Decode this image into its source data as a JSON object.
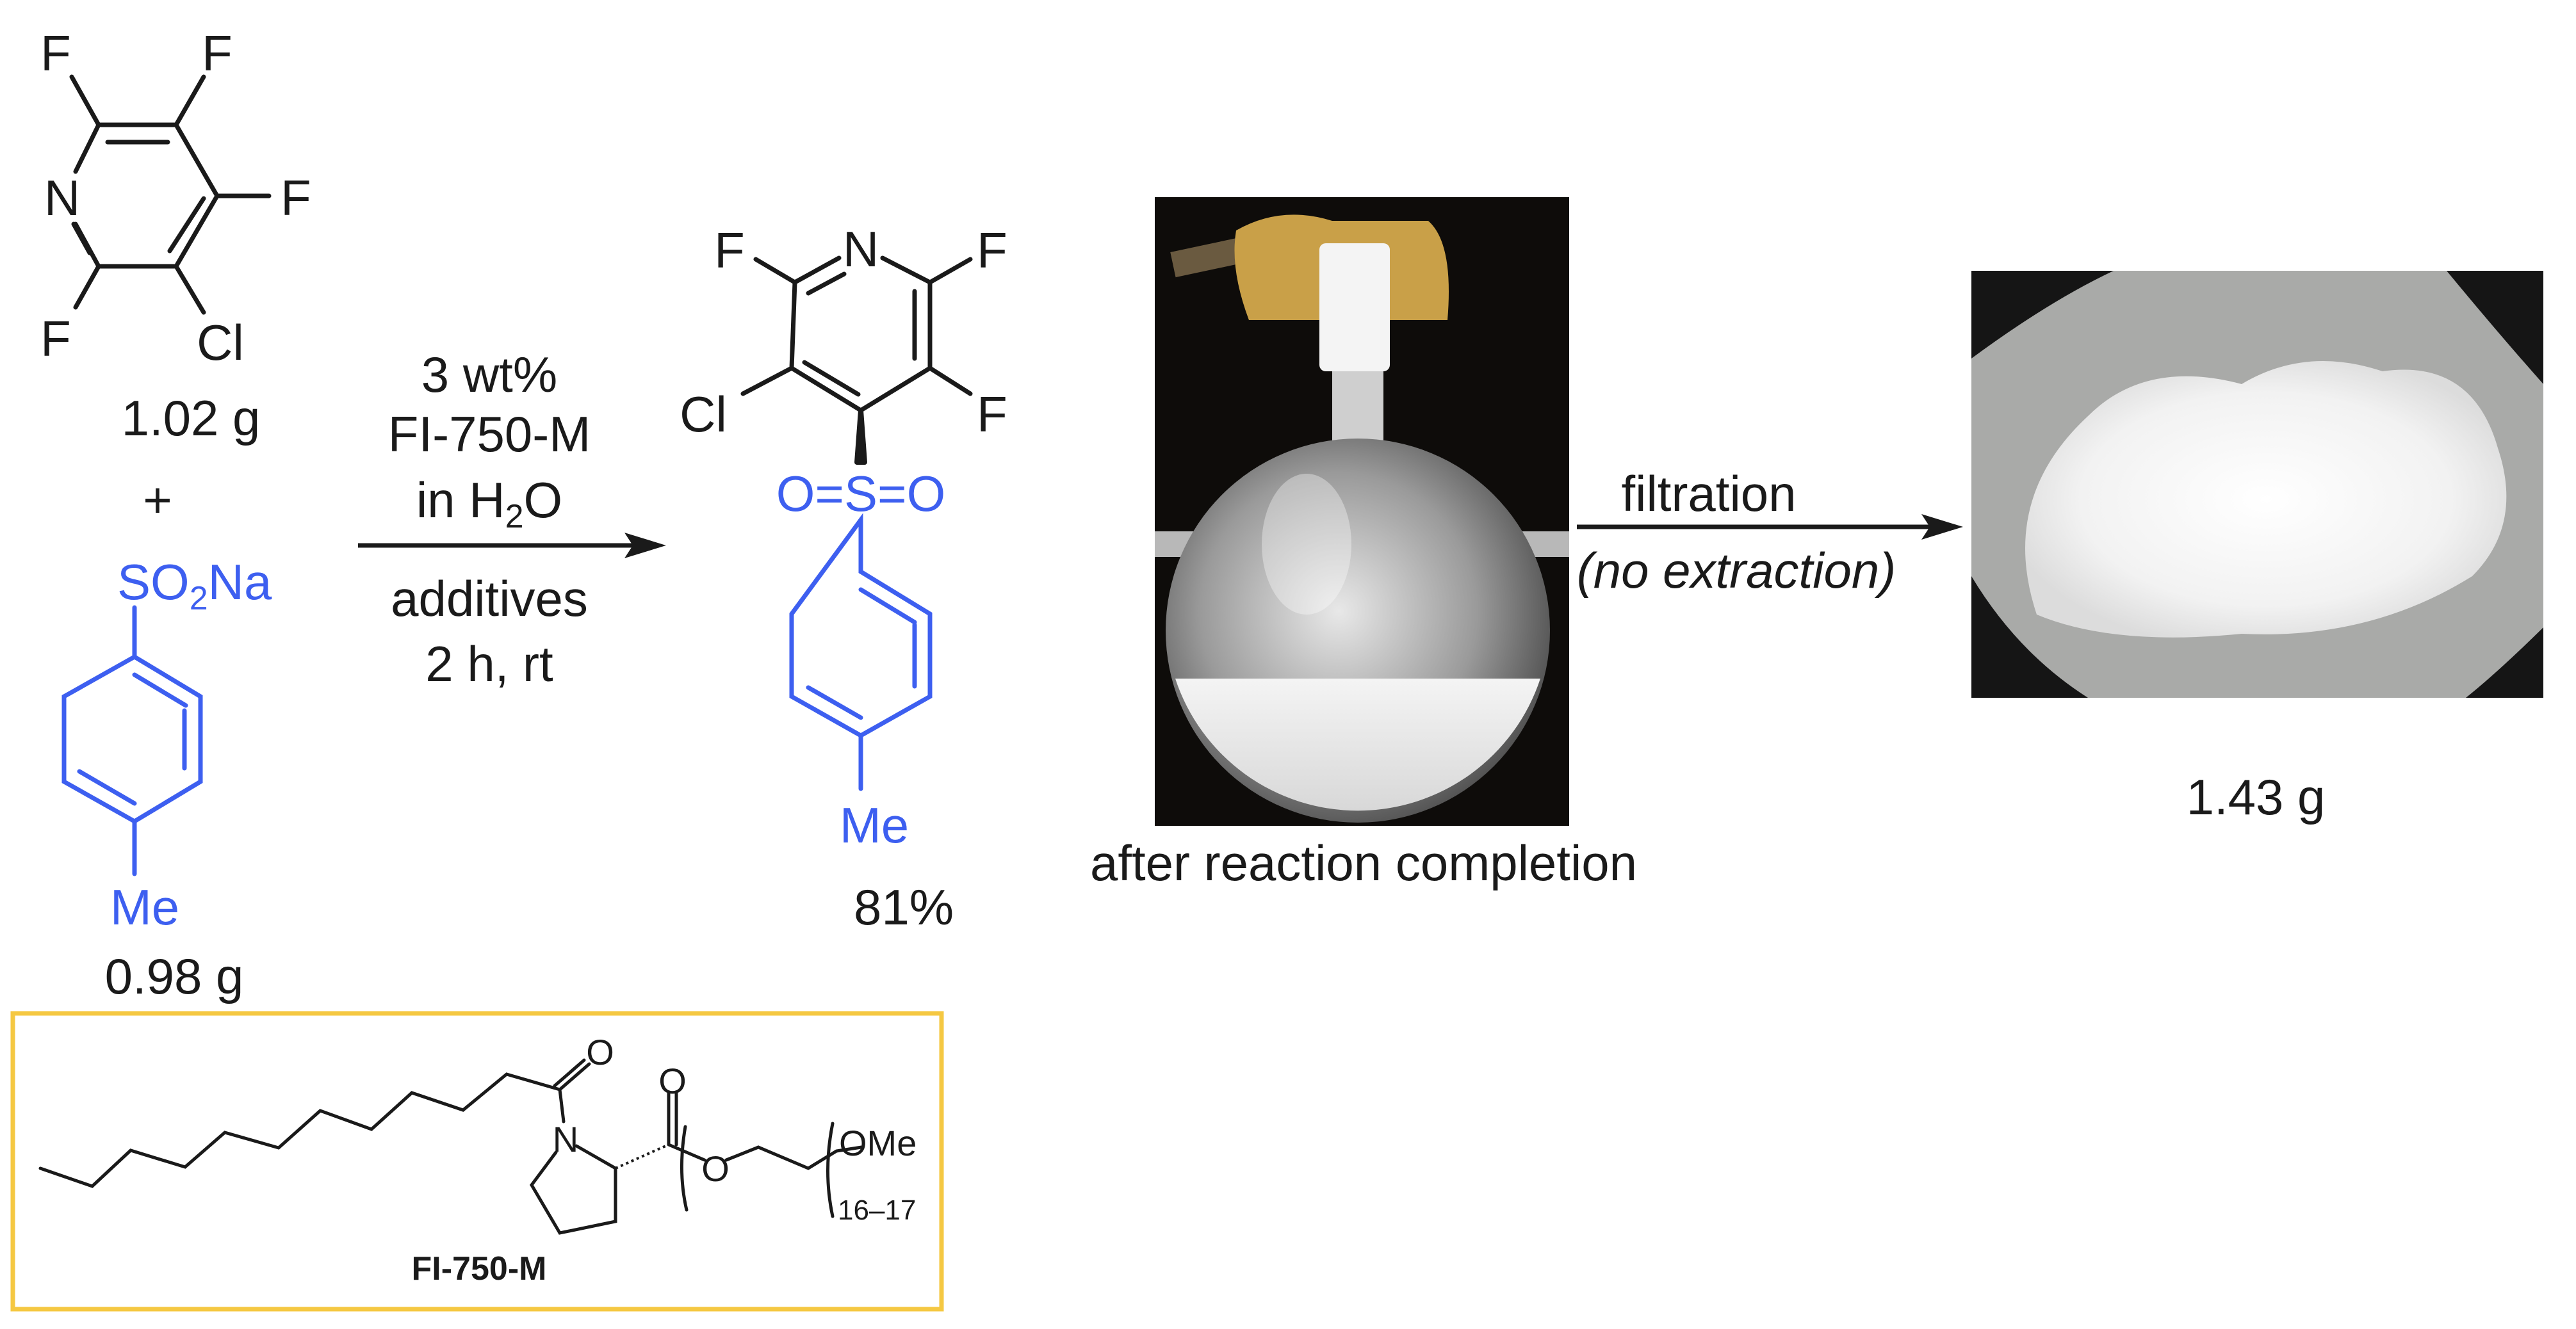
{
  "reactant1": {
    "atoms": {
      "f1": "F",
      "f2": "F",
      "f3": "F",
      "f4": "F",
      "n": "N",
      "cl": "Cl"
    },
    "mass": "1.02 g"
  },
  "plus": "+",
  "reactant2": {
    "group": {
      "a": "SO",
      "sub": "2",
      "b": "Na"
    },
    "me": "Me",
    "mass": "0.98 g"
  },
  "conditions": {
    "above": [
      "3 wt%",
      "FI-750-M"
    ],
    "solvent": {
      "a": "in H",
      "sub": "2",
      "b": "O"
    },
    "below": [
      "additives",
      "2 h, rt"
    ]
  },
  "product": {
    "atoms": {
      "f1": "F",
      "f2": "F",
      "f3": "F",
      "n": "N",
      "cl": "Cl",
      "s": "S",
      "o1": "O",
      "o2": "O",
      "eq1": "=",
      "eq2": "="
    },
    "me": "Me",
    "yield": "81%"
  },
  "photo_flask": {
    "caption": "after reaction completion"
  },
  "workup": {
    "label": "filtration",
    "sublabel": "(no extraction)"
  },
  "photo_product": {
    "caption": "1.43 g"
  },
  "surfactant_box": {
    "name": "FI-750-M",
    "atoms": {
      "o1": "O",
      "n": "N",
      "o2": "O",
      "o3": "O",
      "ome": "OMe"
    },
    "repeat": "16–17",
    "border_color": "#f5c842"
  },
  "colors": {
    "highlight": "#3d5ff0",
    "text": "#1a1a1a"
  }
}
